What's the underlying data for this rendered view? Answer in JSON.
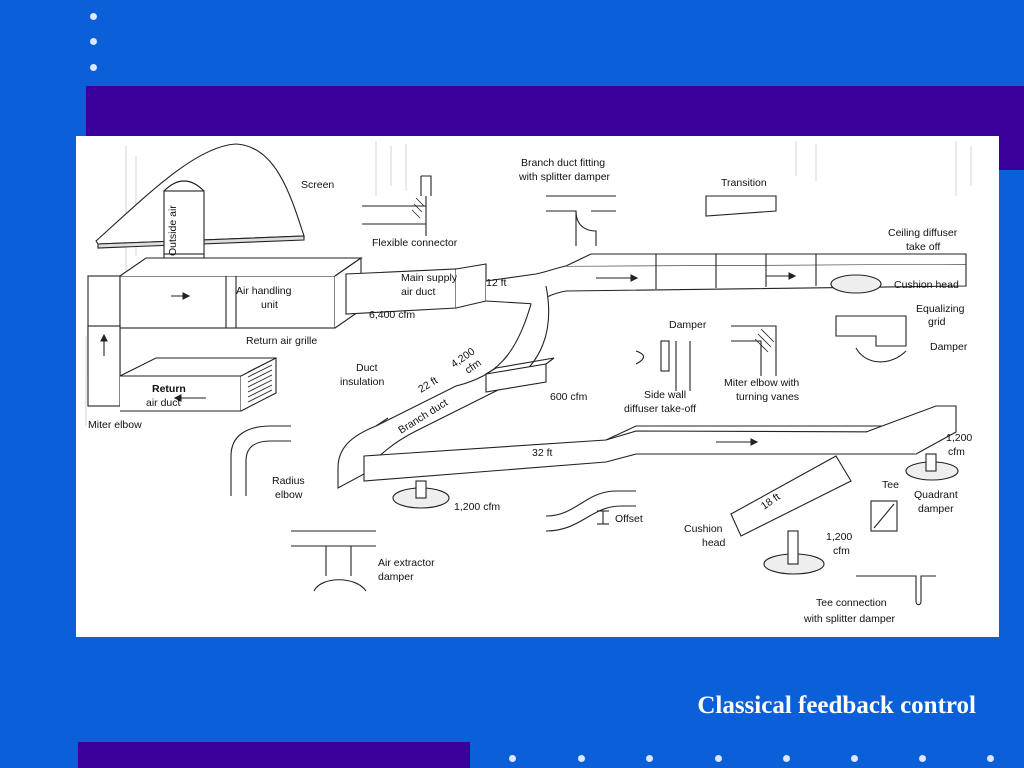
{
  "slide": {
    "title": "Classical feedback control",
    "colors": {
      "background": "#0b5fd8",
      "band": "#3a0099",
      "dots": "#dfe7ff",
      "figure_bg": "#ffffff"
    }
  },
  "diagram": {
    "labels": {
      "screen": "Screen",
      "outside_air": "Outside air",
      "branch_fitting_1": "Branch duct fitting",
      "branch_fitting_2": "with splitter damper",
      "transition": "Transition",
      "ceiling_diffuser_1": "Ceiling diffuser",
      "ceiling_diffuser_2": "take off",
      "flexible_connector": "Flexible connector",
      "air_handling_1": "Air handling",
      "air_handling_2": "unit",
      "main_supply_1": "Main supply",
      "main_supply_2": "air duct",
      "len_12ft": "12 ft",
      "cfm_6400": "6,400 cfm",
      "cushion_head_top": "Cushion head",
      "equalizing_1": "Equalizing",
      "equalizing_2": "grid",
      "damper_right": "Damper",
      "damper_mid": "Damper",
      "return_grille": "Return air grille",
      "cfm_4200_1": "4,200",
      "cfm_4200_2": "cfm",
      "len_22ft": "22 ft",
      "duct_insulation_1": "Duct",
      "duct_insulation_2": "insulation",
      "branch_duct": "Branch duct",
      "cfm_600": "600 cfm",
      "side_wall_1": "Side wall",
      "side_wall_2": "diffuser take-off",
      "miter_vanes_1": "Miter elbow with",
      "miter_vanes_2": "turning vanes",
      "return_duct_1": "Return",
      "return_duct_2": "air duct",
      "miter_elbow": "Miter elbow",
      "cfm_1200_right_1": "1,200",
      "cfm_1200_right_2": "cfm",
      "len_32ft": "32 ft",
      "radius_elbow_1": "Radius",
      "radius_elbow_2": "elbow",
      "tee": "Tee",
      "quadrant_1": "Quadrant",
      "quadrant_2": "damper",
      "len_18ft": "18 ft",
      "cfm_1200_mid": "1,200 cfm",
      "offset": "Offset",
      "cushion_head_1": "Cushion",
      "cushion_head_2": "head",
      "cfm_1200_low_1": "1,200",
      "cfm_1200_low_2": "cfm",
      "air_extractor_1": "Air extractor",
      "air_extractor_2": "damper",
      "tee_connection_1": "Tee connection",
      "tee_connection_2": "with splitter damper"
    }
  }
}
